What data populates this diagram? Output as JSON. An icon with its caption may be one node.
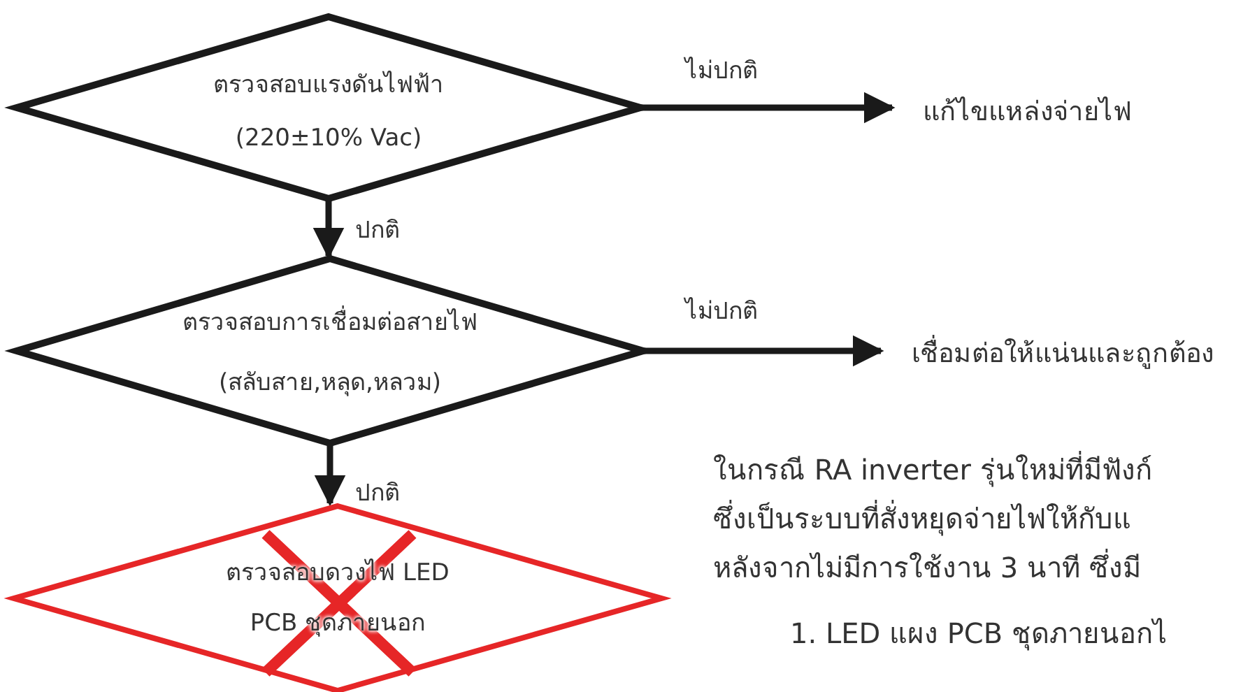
{
  "diagram": {
    "nodes": [
      {
        "text": [
          "ตรวจสอบแรงดันไฟฟ้า",
          "(220±10% Vac)"
        ]
      },
      {
        "text": [
          "แก้ไขแหล่งจ่ายไฟ"
        ]
      },
      {
        "text": [
          "ตรวจสอบการเชื่อมต่อสายไฟ",
          "(สลับสาย,หลุด,หลวม)"
        ]
      },
      {
        "text": [
          "เชื่อมต่อให้แน่นและถูกต้อง"
        ]
      },
      {
        "text": [
          "ตรวจสอบดวงไฟ LED PCB ชุดภายนอก"
        ]
      }
    ],
    "edges": [
      {
        "from": 0,
        "to": 1,
        "arrow": "to",
        "label": "ไม่ปกติ"
      },
      {
        "from": 0,
        "to": 2,
        "arrow": "to",
        "label": "ปกติ"
      },
      {
        "from": 2,
        "to": 3,
        "arrow": "to",
        "label": "ไม่ปกติ"
      },
      {
        "from": 2,
        "to": 4,
        "arrow": "to",
        "label": "ปกติ"
      }
    ],
    "labels": [
      "ในกรณี RA inverter รุ่นใหม่ที่มีฟังก์",
      "ซึ่งเป็นระบบที่สั่งหยุดจ่ายไฟให้กับแ",
      "หลังจากไม่มีการใช้งาน 3 นาที ซึ่งมี",
      "1. LED แผง PCB ชุดภายนอกไ"
    ]
  }
}
